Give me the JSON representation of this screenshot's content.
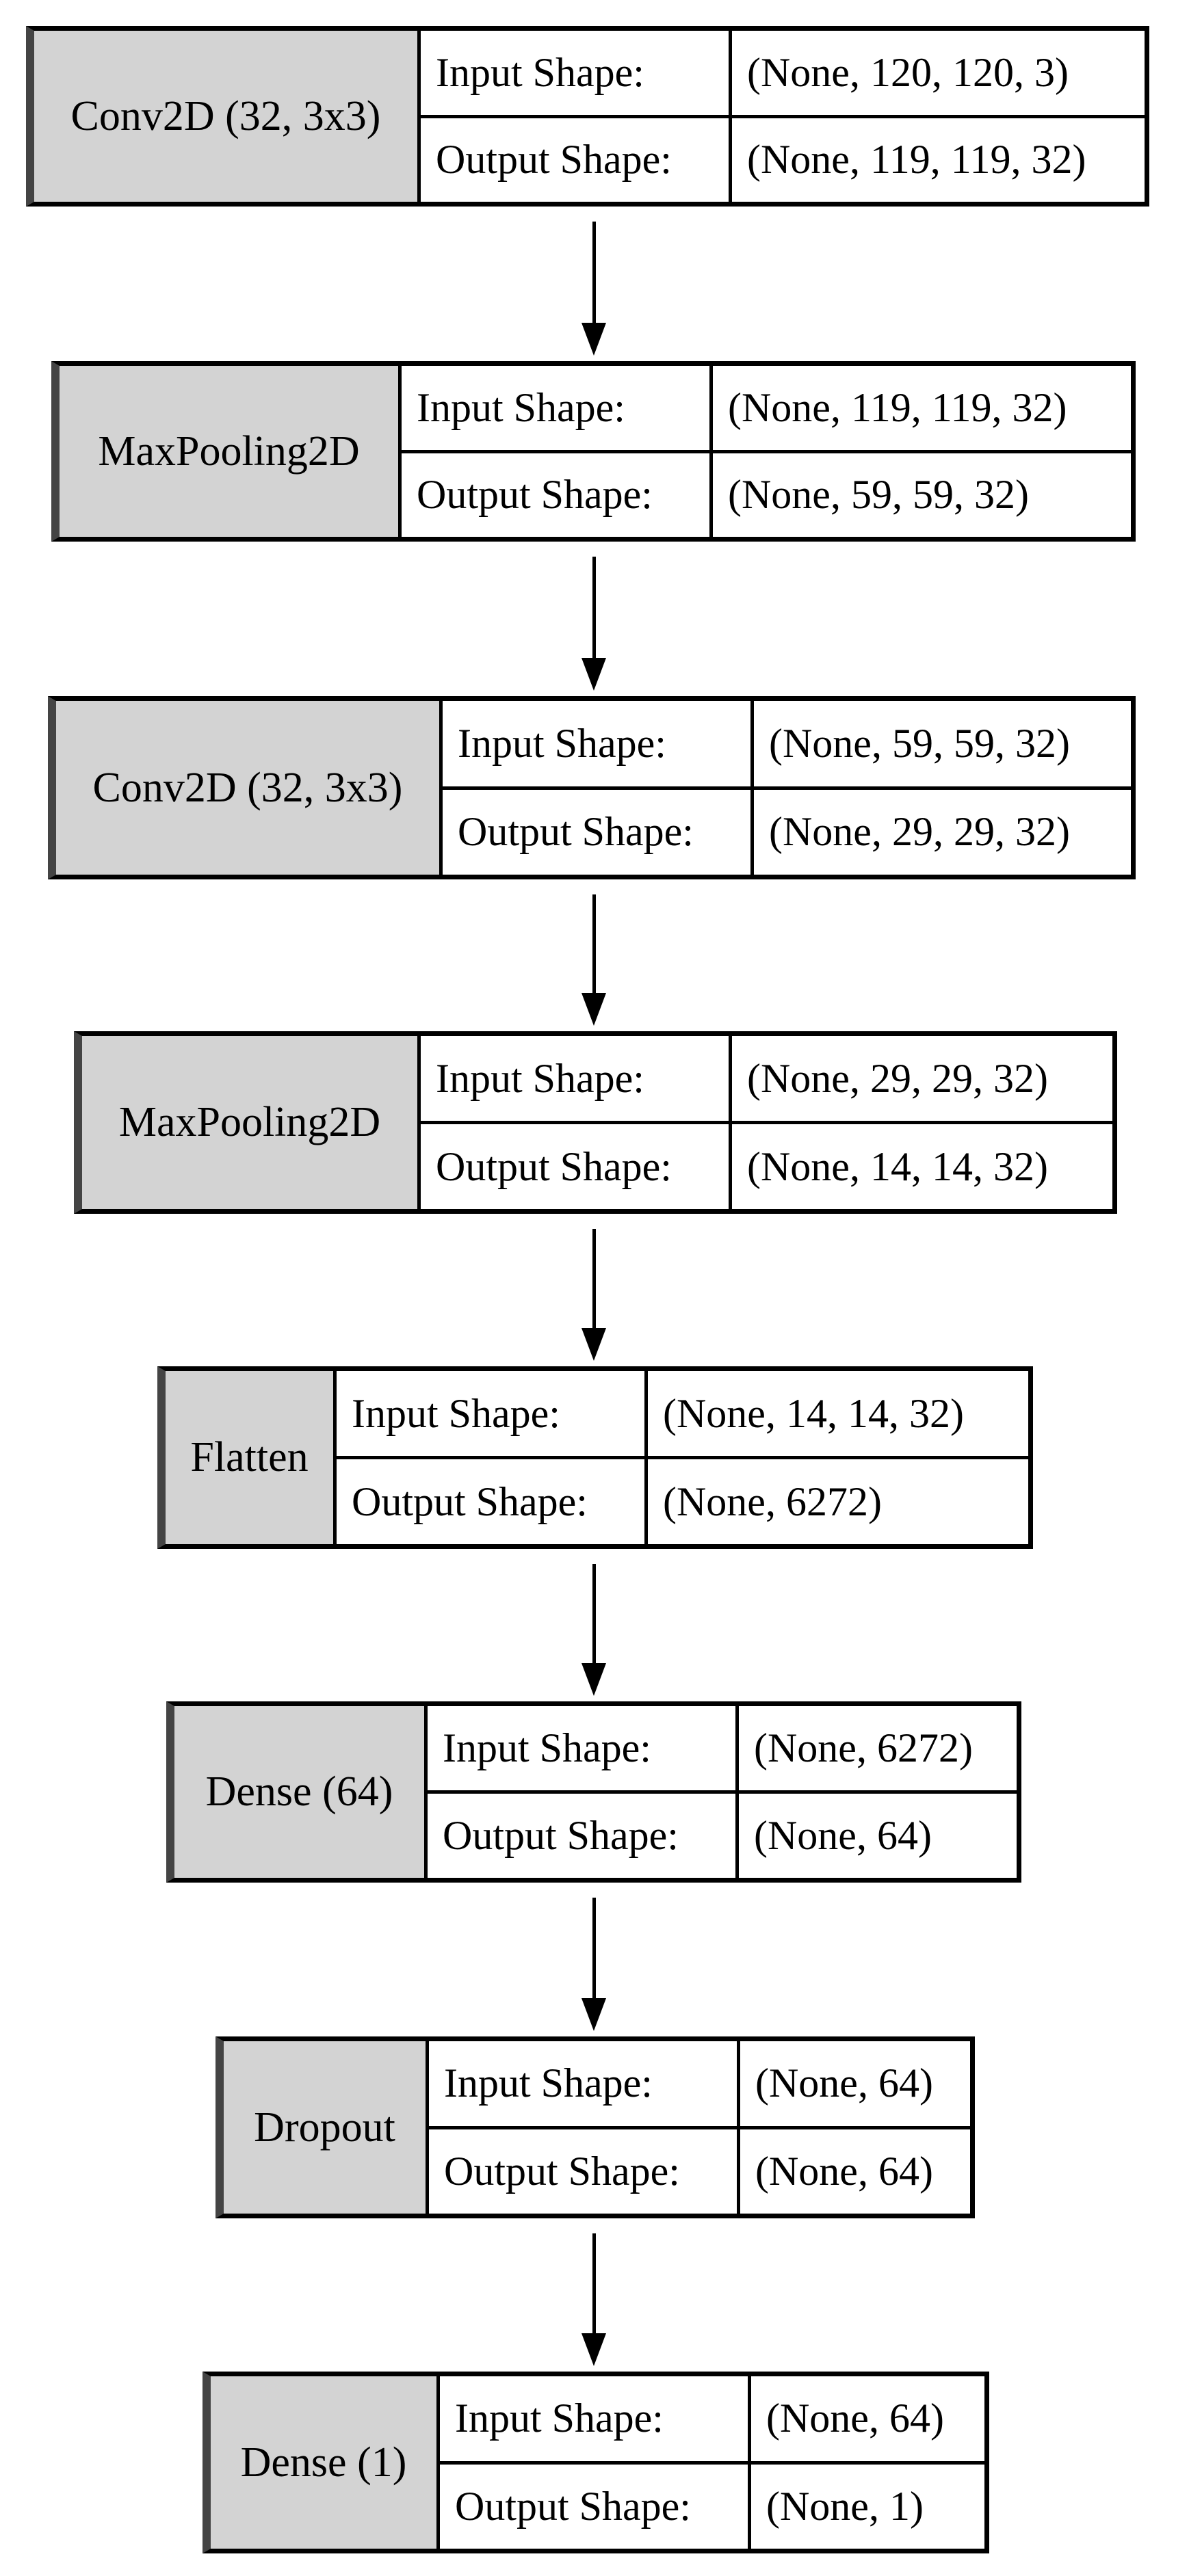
{
  "layers": [
    {
      "name": "Conv2D (32, 3x3)",
      "input_label": "Input Shape:",
      "output_label": "Output Shape:",
      "input_shape": "(None, 120, 120, 3)",
      "output_shape": "(None, 119, 119, 32)"
    },
    {
      "name": "MaxPooling2D",
      "input_label": "Input Shape:",
      "output_label": "Output Shape:",
      "input_shape": "(None, 119, 119, 32)",
      "output_shape": "(None, 59, 59, 32)"
    },
    {
      "name": "Conv2D (32, 3x3)",
      "input_label": "Input Shape:",
      "output_label": "Output Shape:",
      "input_shape": "(None, 59, 59, 32)",
      "output_shape": "(None, 29, 29, 32)"
    },
    {
      "name": "MaxPooling2D",
      "input_label": "Input Shape:",
      "output_label": "Output Shape:",
      "input_shape": "(None, 29, 29, 32)",
      "output_shape": "(None, 14, 14, 32)"
    },
    {
      "name": "Flatten",
      "input_label": "Input Shape:",
      "output_label": "Output Shape:",
      "input_shape": "(None, 14, 14, 32)",
      "output_shape": "(None, 6272)"
    },
    {
      "name": "Dense (64)",
      "input_label": "Input Shape:",
      "output_label": "Output Shape:",
      "input_shape": "(None, 6272)",
      "output_shape": "(None, 64)"
    },
    {
      "name": "Dropout",
      "input_label": "Input Shape:",
      "output_label": "Output Shape:",
      "input_shape": "(None, 64)",
      "output_shape": "(None, 64)"
    },
    {
      "name": "Dense (1)",
      "input_label": "Input Shape:",
      "output_label": "Output Shape:",
      "input_shape": "(None, 64)",
      "output_shape": "(None, 1)"
    }
  ],
  "colors": {
    "layer_fill": "#d3d3d3",
    "border": "#000000",
    "shadow_border": "#444444",
    "background": "#ffffff"
  }
}
